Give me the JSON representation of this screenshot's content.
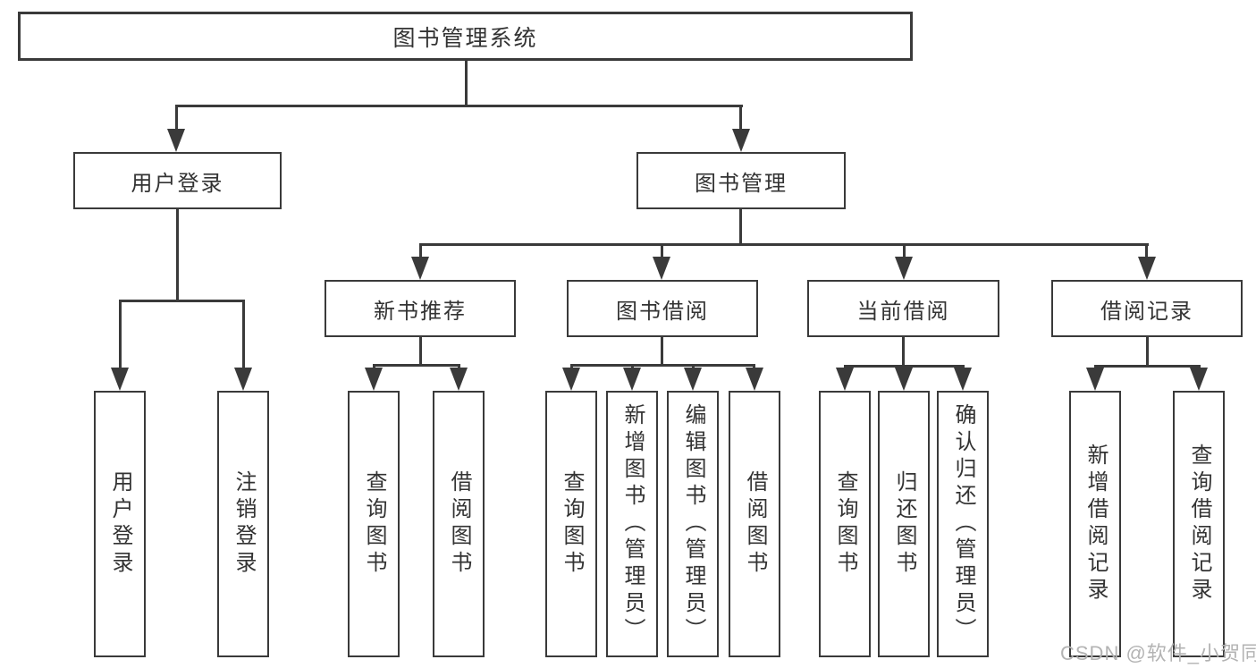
{
  "diagram": {
    "title": "图书管理系统",
    "level2": {
      "user_login": "用户登录",
      "book_management": "图书管理"
    },
    "level3": {
      "new_book_recommend": "新书推荐",
      "book_borrow": "图书借阅",
      "current_borrow": "当前借阅",
      "borrow_records": "借阅记录"
    },
    "leaves": {
      "user_login": [
        "用户登录",
        "注销登录"
      ],
      "new_book_recommend": [
        "查询图书",
        "借阅图书"
      ],
      "book_borrow": [
        "查询图书",
        "新增图书（管理员）",
        "编辑图书（管理员）",
        "借阅图书"
      ],
      "current_borrow": [
        "查询图书",
        "归还图书",
        "确认归还（管理员）"
      ],
      "borrow_records": [
        "新增借阅记录",
        "查询借阅记录"
      ]
    },
    "colors": {
      "line": "#3a3a3a",
      "text": "#333333",
      "background": "#ffffff",
      "watermark": "#b3b3b3"
    }
  },
  "watermark": "CSDN @软件_小贺同学"
}
